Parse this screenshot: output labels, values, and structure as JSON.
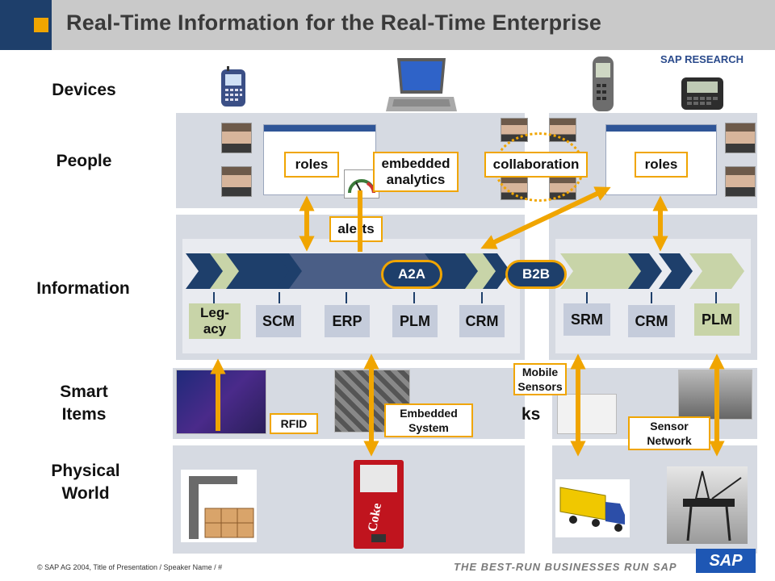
{
  "header": {
    "title": "Real-Time Information for the Real-Time Enterprise",
    "brand": "SAP RESEARCH"
  },
  "rows": {
    "devices": "Devices",
    "people": "People",
    "information": "Information",
    "smart_items": "Smart\nItems",
    "physical_world": "Physical\nWorld"
  },
  "callouts": {
    "roles_left": "roles",
    "embedded_analytics": "embedded\nanalytics",
    "collaboration": "collaboration",
    "roles_right": "roles",
    "alerts": "alerts",
    "rfid": "RFID",
    "embedded_system": "Embedded\nSystem",
    "mobile_sensors": "Mobile\nSensors",
    "sensor_network": "Sensor\nNetwork",
    "partial_text": "ks"
  },
  "pills": {
    "a2a": "A2A",
    "b2b": "B2B"
  },
  "systems_left": [
    "Leg-\nacy",
    "SCM",
    "ERP",
    "PLM",
    "CRM"
  ],
  "systems_right": [
    "SRM",
    "CRM",
    "PLM"
  ],
  "footer": {
    "copyright": "©  SAP AG 2004, Title of Presentation / Speaker Name / #",
    "tagline": "THE BEST-RUN BUSINESSES RUN SAP",
    "logo": "SAP"
  },
  "colors": {
    "navy": "#1e3f6b",
    "orange": "#f0a500",
    "green": "#c8d4a8",
    "panel": "#d6dae2"
  }
}
